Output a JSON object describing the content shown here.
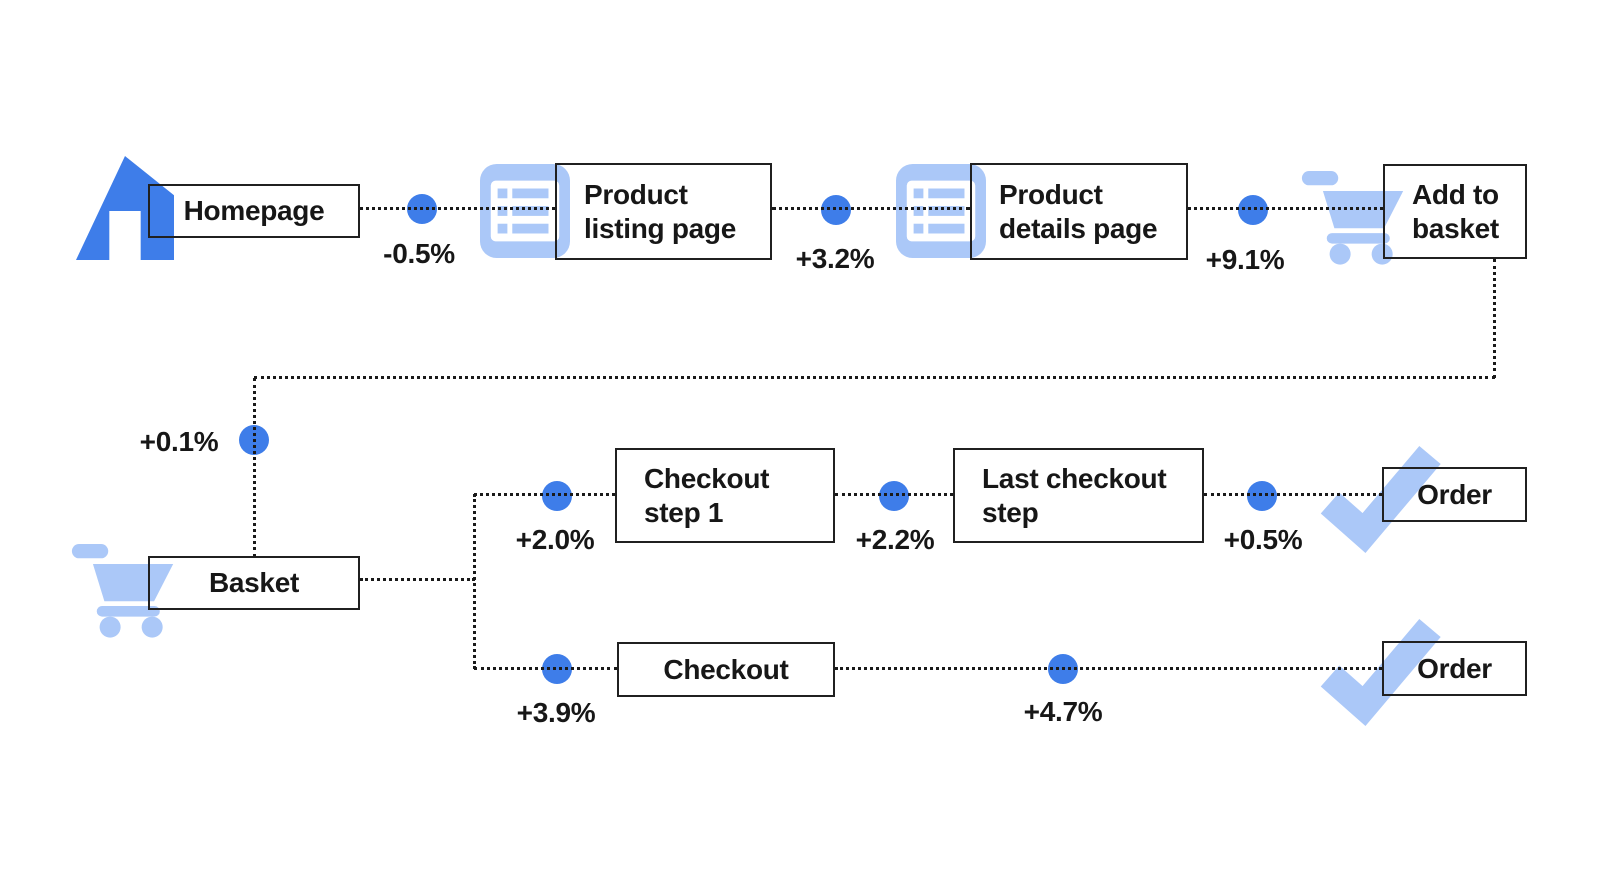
{
  "theme": {
    "blue": "#3e7de9",
    "light_blue": "#abc8f8",
    "line_color": "#1a1a1a",
    "border_color": "#202020",
    "text_color": "#171717",
    "bg": "#ffffff"
  },
  "nodes": {
    "homepage": {
      "label": "Homepage"
    },
    "product_listing": {
      "label": "Product\nlisting page"
    },
    "product_details": {
      "label": "Product\ndetails page"
    },
    "add_to_basket": {
      "label": "Add to\nbasket"
    },
    "basket": {
      "label": "Basket"
    },
    "checkout_step_1": {
      "label": "Checkout\nstep 1"
    },
    "last_checkout_step": {
      "label": "Last checkout\nstep"
    },
    "order_top": {
      "label": "Order"
    },
    "checkout": {
      "label": "Checkout"
    },
    "order_bottom": {
      "label": "Order"
    }
  },
  "edges": {
    "homepage_to_listing": {
      "delta": "-0.5%"
    },
    "listing_to_details": {
      "delta": "+3.2%"
    },
    "details_to_add_to_basket": {
      "delta": "+9.1%"
    },
    "add_to_basket_to_basket": {
      "delta": "+0.1%"
    },
    "basket_to_checkout_step_1": {
      "delta": "+2.0%"
    },
    "checkout_step_1_to_last_checkout": {
      "delta": "+2.2%"
    },
    "last_checkout_to_order": {
      "delta": "+0.5%"
    },
    "basket_to_checkout": {
      "delta": "+3.9%"
    },
    "checkout_to_order": {
      "delta": "+4.7%"
    }
  },
  "icons": {
    "homepage": "home-icon",
    "product_listing": "list-icon",
    "product_details": "list-icon",
    "add_to_basket": "cart-icon",
    "basket": "cart-icon",
    "order_top": "check-icon",
    "order_bottom": "check-icon"
  }
}
